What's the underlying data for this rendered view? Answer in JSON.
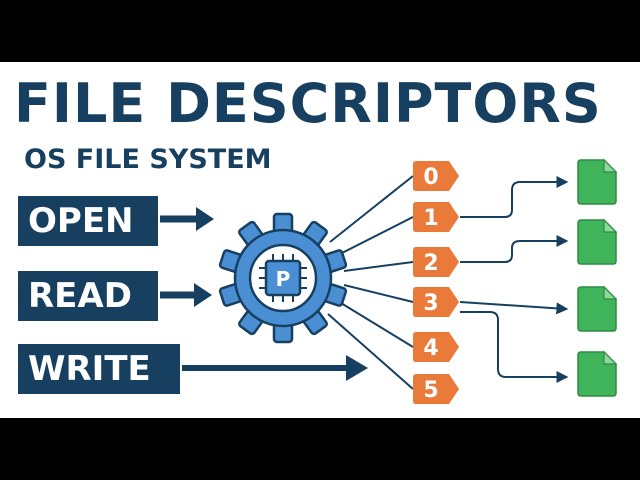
{
  "title": "FILE DESCRIPTORS",
  "subtitle": "OS FILE SYSTEM",
  "operations": [
    "OPEN",
    "READ",
    "WRITE"
  ],
  "cpu_label": "P",
  "descriptors": [
    "0",
    "1",
    "2",
    "3",
    "4",
    "5"
  ],
  "colors": {
    "navy": "#173f5f",
    "gear_blue": "#4a8fd4",
    "orange": "#ea7a3a",
    "file_green": "#3fb45a",
    "file_green_dark": "#2e8c44"
  }
}
